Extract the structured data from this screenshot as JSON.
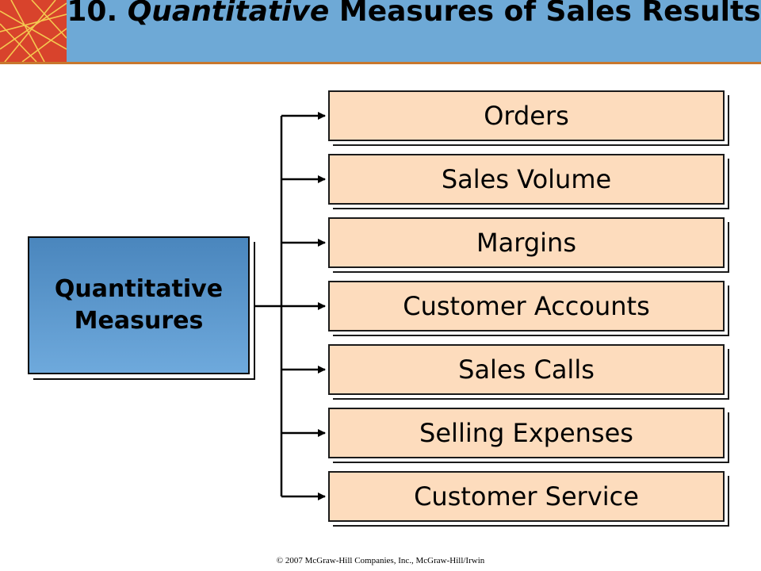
{
  "header": {
    "title_number": "10.",
    "title_italic": "Quantitative",
    "title_rest": "Measures of Sales Results",
    "bar_color": "#6ea9d6",
    "rule_color": "#c8782e",
    "logo_color": "#d8432c",
    "logo_line_color": "#f4c850"
  },
  "diagram": {
    "source_label": "Quantitative\nMeasures",
    "source_color": "#5b97cc",
    "target_color": "#fddcbd",
    "targets": [
      {
        "label": "Orders"
      },
      {
        "label": "Sales Volume"
      },
      {
        "label": "Margins"
      },
      {
        "label": "Customer Accounts"
      },
      {
        "label": "Sales Calls"
      },
      {
        "label": "Selling Expenses"
      },
      {
        "label": "Customer Service"
      }
    ]
  },
  "footer": {
    "copyright": "© 2007 McGraw-Hill Companies, Inc., McGraw-Hill/Irwin"
  }
}
